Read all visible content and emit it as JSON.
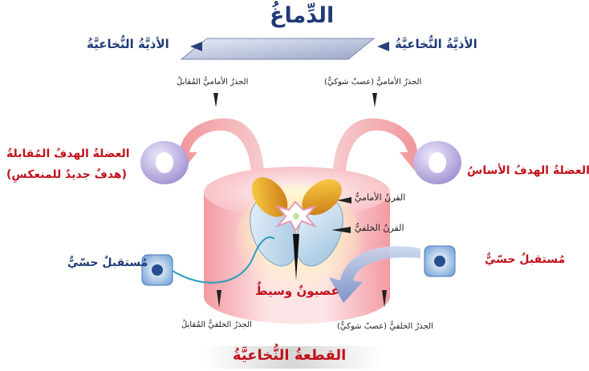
{
  "title": "الدِّماغُ",
  "spinal_tract_left": "الأذيَّةُ النُّخاعيَّةُ",
  "spinal_tract_right": "الأذيَّةُ النُّخاعيَّةُ",
  "ventral_root_antagonist": "الجذرُ الأماميُّ المُقابلُ",
  "ventral_root_main": "الجذرُ الأماميُّ (عصبٌ شوكيٌّ)",
  "antagonist_muscle_line1": "العضلةُ الهدفُ المُقابلةُ",
  "antagonist_muscle_line2": "(هدفٌ جديدٌ للمنعكسِ)",
  "main_muscle": "العضلةُ الهدفُ الأساسُ",
  "anterior_horn": "القرنُ الأماميُّ",
  "posterior_horn": "القرنُ الخلفيُّ",
  "sensory_receptor_left": "مُستقبلٌ حسّيٌّ",
  "sensory_receptor_right": "مُستقبلٌ حسّيٌّ",
  "interneuron": "عصبونٌ وسيطٌ",
  "dorsal_root_antagonist": "الجذرُ الخلفيُّ المُقابلُ",
  "dorsal_root_main": "الجذرُ الخلفيُّ (عصبٌ شوكيٌّ)",
  "spinal_segment": "القطعةُ النُّخاعيَّةُ",
  "colors": {
    "navy": "#1f3a78",
    "red": "#c0121c",
    "cylinder": "#f5aeb4",
    "ring": "#c4b8e8",
    "receptor": "#5b8fd0"
  }
}
